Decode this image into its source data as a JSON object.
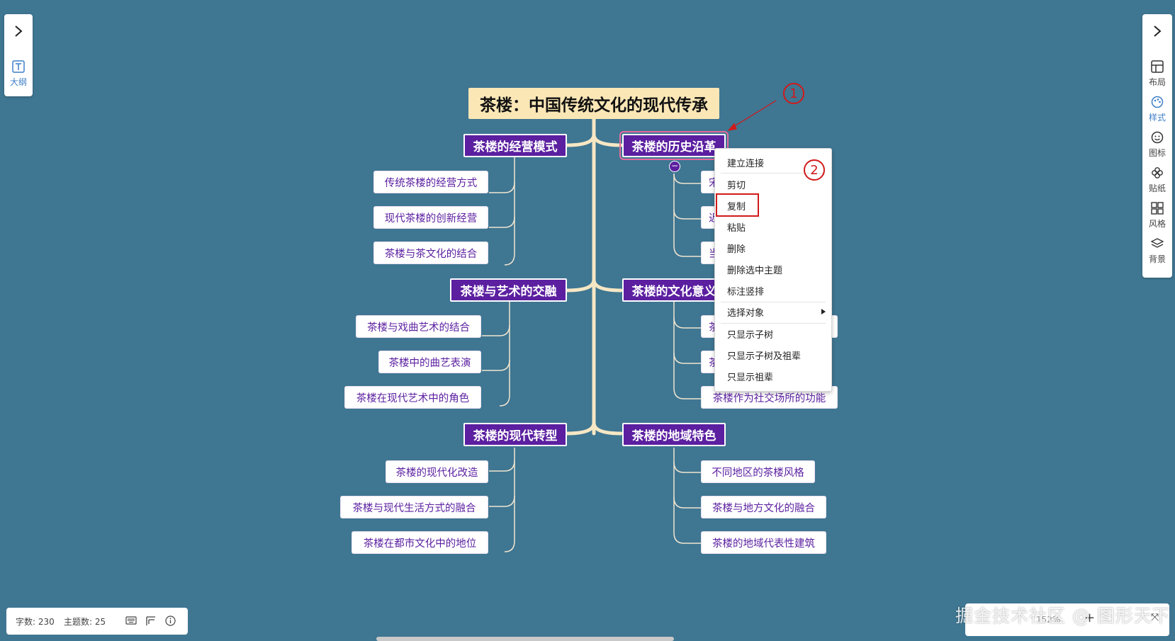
{
  "left_panel": {
    "outline_label": "大纲"
  },
  "right_panel": {
    "tools": [
      {
        "label": "布局",
        "icon": "layout-icon"
      },
      {
        "label": "样式",
        "icon": "palette-icon"
      },
      {
        "label": "图标",
        "icon": "smiley-icon"
      },
      {
        "label": "贴纸",
        "icon": "sticker-icon"
      },
      {
        "label": "风格",
        "icon": "grid-icon"
      },
      {
        "label": "背景",
        "icon": "layers-icon"
      }
    ]
  },
  "mindmap": {
    "root": "茶楼：中国传统文化的现代传承",
    "branches": [
      {
        "title": "茶楼的经营模式",
        "children": [
          "传统茶楼的经营方式",
          "现代茶楼的创新经营",
          "茶楼与茶文化的结合"
        ]
      },
      {
        "title": "茶楼的历史沿革",
        "children": [
          "宋",
          "近",
          "当"
        ]
      },
      {
        "title": "茶楼与艺术的交融",
        "children": [
          "茶楼与戏曲艺术的结合",
          "茶楼中的曲艺表演",
          "茶楼在现代艺术中的角色"
        ]
      },
      {
        "title": "茶楼的文化意义",
        "children": [
          "茶",
          "茶",
          "茶楼作为社交场所的功能"
        ]
      },
      {
        "title": "茶楼的现代转型",
        "children": [
          "茶楼的现代化改造",
          "茶楼与现代生活方式的融合",
          "茶楼在都市文化中的地位"
        ]
      },
      {
        "title": "茶楼的地域特色",
        "children": [
          "不同地区的茶楼风格",
          "茶楼与地方文化的融合",
          "茶楼的地域代表性建筑"
        ]
      }
    ]
  },
  "context_menu": {
    "items": [
      "建立连接",
      "剪切",
      "复制",
      "粘贴",
      "删除",
      "删除选中主题",
      "标注竖排",
      "选择对象",
      "只显示子树",
      "只显示子树及祖辈",
      "只显示祖辈"
    ],
    "highlighted": "复制"
  },
  "annotations": [
    "1",
    "2"
  ],
  "status": {
    "word_count": "字数: 230",
    "topic_count": "主题数: 25"
  },
  "zoom": "152%",
  "watermark": "掘金技术社区 @ 图形天下",
  "colors": {
    "background": "#3f7692",
    "branch": "#5b1fa0",
    "root": "#fbe7b6",
    "connector": "#f6e7c4",
    "annotation": "#d11a1a"
  }
}
